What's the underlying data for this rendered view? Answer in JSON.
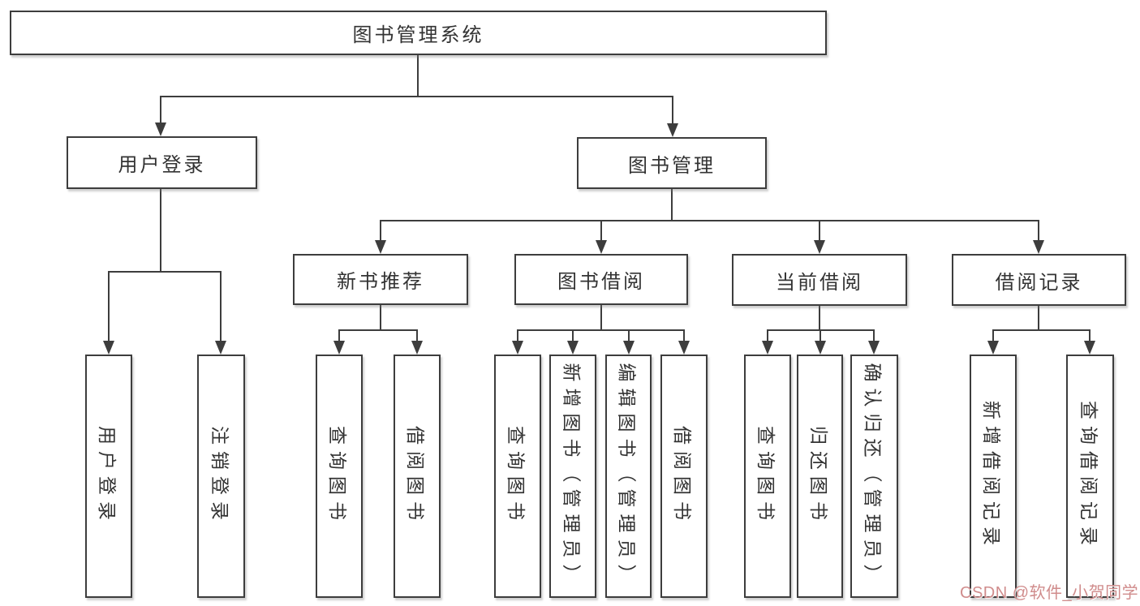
{
  "nodes": {
    "root": "图书管理系统",
    "user_login": "用户登录",
    "book_management": "图书管理",
    "new_book_recommend": "新书推荐",
    "book_borrow": "图书借阅",
    "current_borrow": "当前借阅",
    "borrow_records": "借阅记录",
    "leaves": {
      "user_login_leaf": "用户登录",
      "logout": "注销登录",
      "nb_query_books": "查询图书",
      "nb_borrow_books": "借阅图书",
      "bb_query_books": "查询图书",
      "bb_add_books": "新增图书（管理员）",
      "bb_edit_books": "编辑图书（管理员）",
      "bb_borrow_books": "借阅图书",
      "cb_query_books": "查询图书",
      "cb_return_books": "归还图书",
      "cb_confirm_return": "确认归还（管理员）",
      "br_add_record": "新增借阅记录",
      "br_query_record": "查询借阅记录"
    }
  },
  "watermark": {
    "text": "CSDN @软件_小贺同学"
  },
  "colors": {
    "line": "#3d3d3d",
    "text": "#333333",
    "watermark": "#d08c8c",
    "background": "#ffffff"
  }
}
